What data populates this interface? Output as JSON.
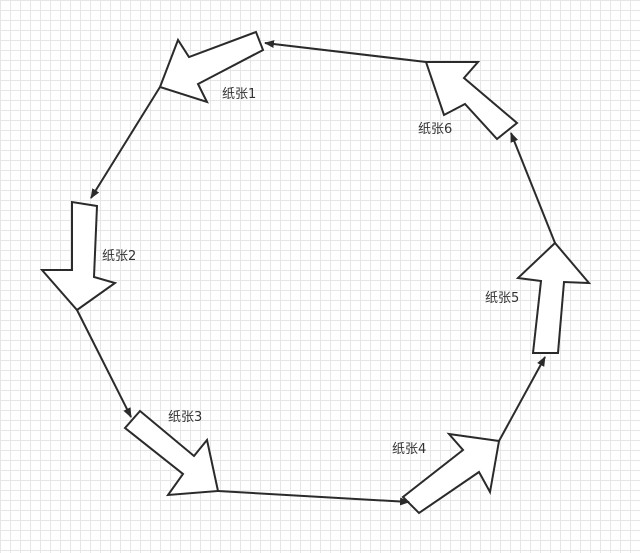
{
  "diagram": {
    "nodes": [
      {
        "id": "paper-1",
        "label": "纸张1"
      },
      {
        "id": "paper-2",
        "label": "纸张2"
      },
      {
        "id": "paper-3",
        "label": "纸张3"
      },
      {
        "id": "paper-4",
        "label": "纸张4"
      },
      {
        "id": "paper-5",
        "label": "纸张5"
      },
      {
        "id": "paper-6",
        "label": "纸张6"
      }
    ],
    "edges": [
      {
        "from": "paper-1",
        "to": "paper-2"
      },
      {
        "from": "paper-2",
        "to": "paper-3"
      },
      {
        "from": "paper-3",
        "to": "paper-4"
      },
      {
        "from": "paper-4",
        "to": "paper-5"
      },
      {
        "from": "paper-5",
        "to": "paper-6"
      },
      {
        "from": "paper-6",
        "to": "paper-1"
      }
    ]
  }
}
